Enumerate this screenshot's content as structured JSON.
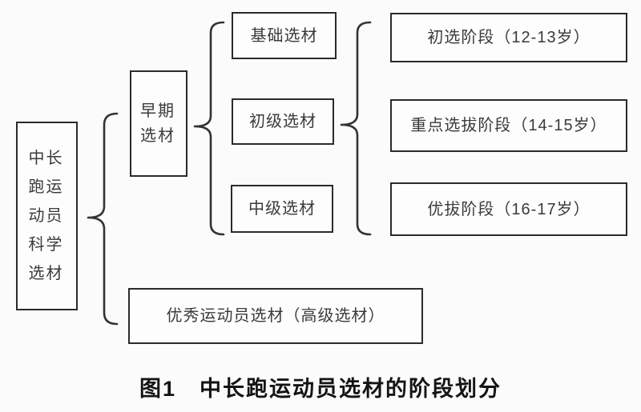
{
  "colors": {
    "background": "#fbfbfb",
    "line": "#333333",
    "box_border": "#2b2b2b",
    "text": "#3a3a3a",
    "caption_text": "#141414"
  },
  "diagram": {
    "root": {
      "label": "中长跑运动员科学选材"
    },
    "branches": [
      {
        "label": "早期选材"
      },
      {
        "label": "优秀运动员选材（高级选材）"
      }
    ],
    "selection_levels": [
      {
        "label": "基础选材"
      },
      {
        "label": "初级选材"
      },
      {
        "label": "中级选材"
      }
    ],
    "stages": [
      {
        "label": "初选阶段（12-13岁）"
      },
      {
        "label": "重点选拔阶段（14-15岁）"
      },
      {
        "label": "优拔阶段（16-17岁）"
      }
    ],
    "caption": "图1　中长跑运动员选材的阶段划分"
  }
}
